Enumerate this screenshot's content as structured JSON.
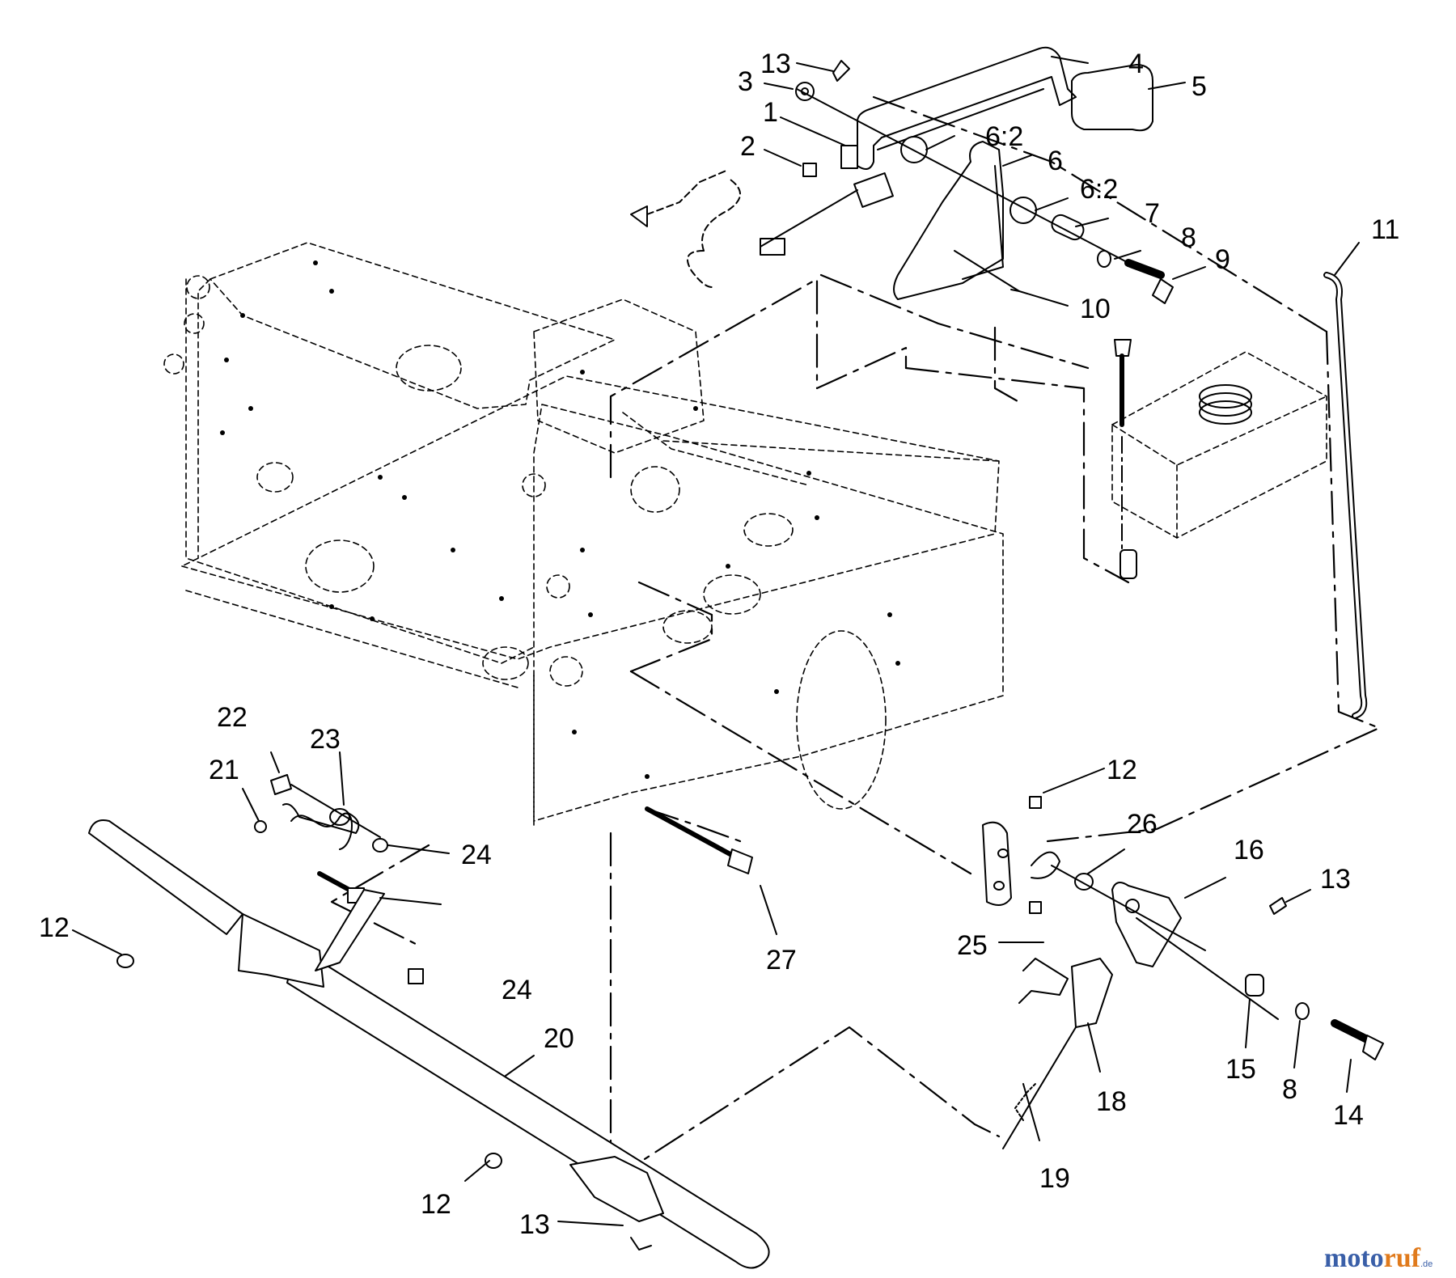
{
  "diagram": {
    "callouts": [
      {
        "id": "c-13-top",
        "text": "13"
      },
      {
        "id": "c-3",
        "text": "3"
      },
      {
        "id": "c-4",
        "text": "4"
      },
      {
        "id": "c-5",
        "text": "5"
      },
      {
        "id": "c-1",
        "text": "1"
      },
      {
        "id": "c-6-2-a",
        "text": "6:2"
      },
      {
        "id": "c-2",
        "text": "2"
      },
      {
        "id": "c-6",
        "text": "6"
      },
      {
        "id": "c-6-2-b",
        "text": "6:2"
      },
      {
        "id": "c-7",
        "text": "7"
      },
      {
        "id": "c-8-top",
        "text": "8"
      },
      {
        "id": "c-9",
        "text": "9"
      },
      {
        "id": "c-10",
        "text": "10"
      },
      {
        "id": "c-11",
        "text": "11"
      },
      {
        "id": "c-22",
        "text": "22"
      },
      {
        "id": "c-23",
        "text": "23"
      },
      {
        "id": "c-21",
        "text": "21"
      },
      {
        "id": "c-24-a",
        "text": "24"
      },
      {
        "id": "c-12-left",
        "text": "12"
      },
      {
        "id": "c-24-b",
        "text": "24"
      },
      {
        "id": "c-20",
        "text": "20"
      },
      {
        "id": "c-12-bottom",
        "text": "12"
      },
      {
        "id": "c-13-bottom",
        "text": "13"
      },
      {
        "id": "c-27",
        "text": "27"
      },
      {
        "id": "c-12-right",
        "text": "12"
      },
      {
        "id": "c-26",
        "text": "26"
      },
      {
        "id": "c-16",
        "text": "16"
      },
      {
        "id": "c-13-right",
        "text": "13"
      },
      {
        "id": "c-25",
        "text": "25"
      },
      {
        "id": "c-15",
        "text": "15"
      },
      {
        "id": "c-8-bottom",
        "text": "8"
      },
      {
        "id": "c-14",
        "text": "14"
      },
      {
        "id": "c-18",
        "text": "18"
      },
      {
        "id": "c-19",
        "text": "19"
      }
    ]
  },
  "watermark": {
    "part1": "moto",
    "part2": "ruf",
    "suffix": ".de",
    "colors": {
      "moto": "#3a5fa8",
      "ruf": "#e07a1c"
    }
  }
}
